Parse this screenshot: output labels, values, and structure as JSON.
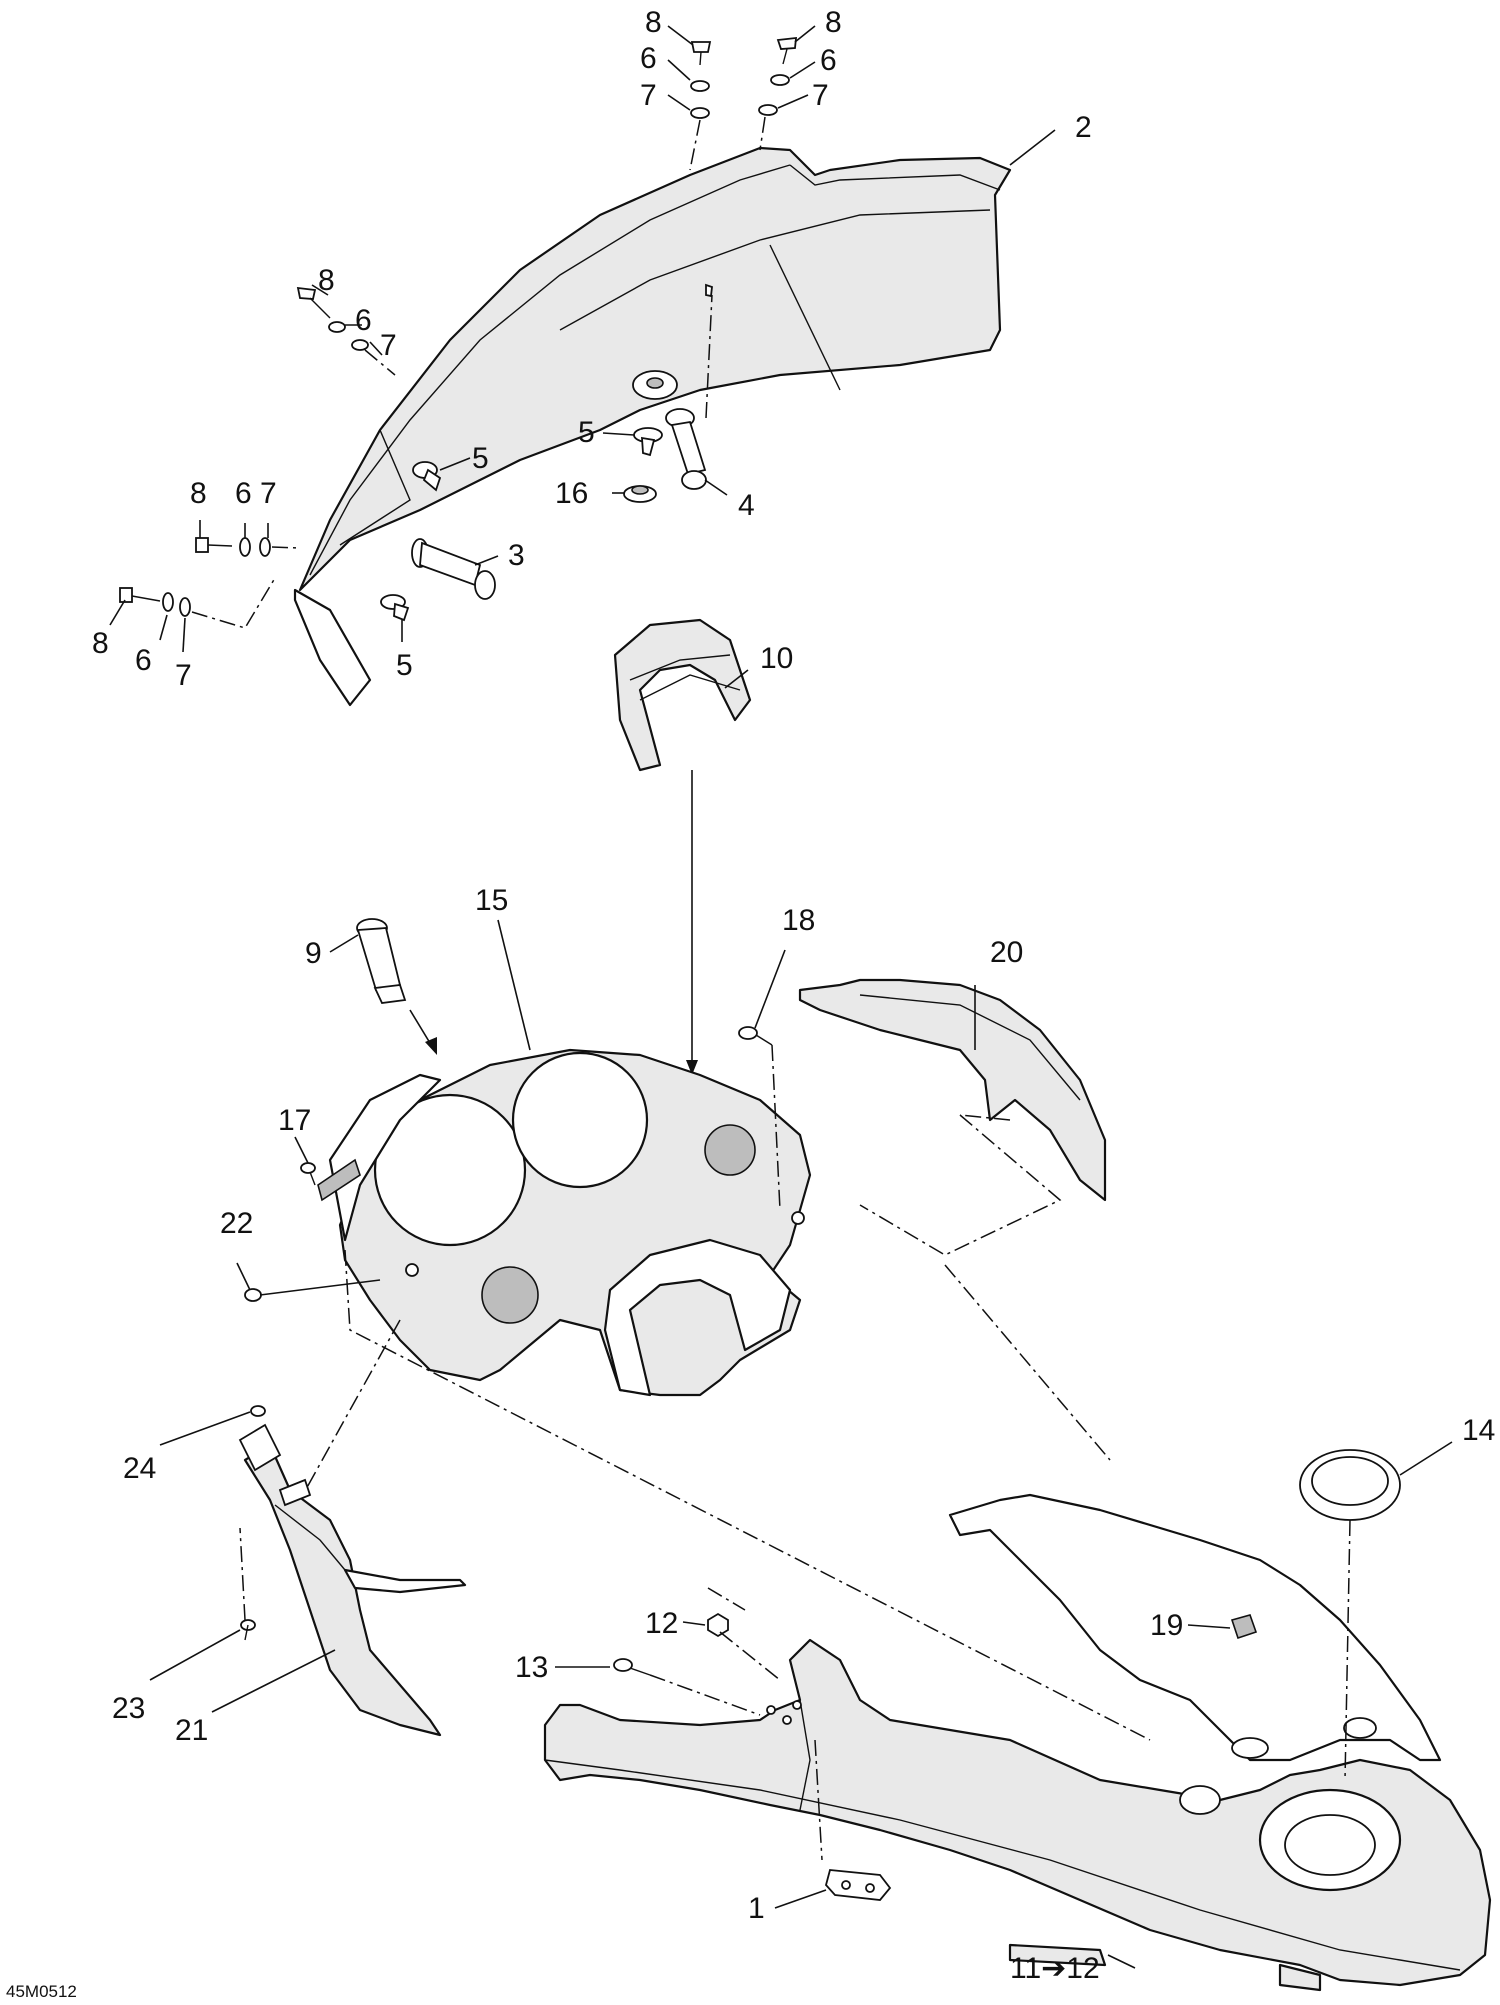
{
  "diagram": {
    "drawing_code": "45M0512",
    "part_callouts": [
      "1",
      "2",
      "3",
      "4",
      "5",
      "6",
      "7",
      "8",
      "9",
      "10",
      "11➔12",
      "12",
      "13",
      "14",
      "15",
      "16",
      "17",
      "18",
      "19",
      "20",
      "21",
      "22",
      "23",
      "24"
    ]
  },
  "labels": {
    "p1": "1",
    "p2": "2",
    "p3": "3",
    "p4": "4",
    "p5a": "5",
    "p5b": "5",
    "p5c": "5",
    "p6a": "6",
    "p6b": "6",
    "p6c": "6",
    "p6d": "6",
    "p6e": "6",
    "p7a": "7",
    "p7b": "7",
    "p7c": "7",
    "p7d": "7",
    "p7e": "7",
    "p8a": "8",
    "p8b": "8",
    "p8c": "8",
    "p8d": "8",
    "p8e": "8",
    "p9": "9",
    "p10": "10",
    "p11": "11➔12",
    "p12": "12",
    "p13": "13",
    "p14": "14",
    "p15": "15",
    "p16": "16",
    "p17": "17",
    "p18": "18",
    "p19": "19",
    "p20": "20",
    "p21": "21",
    "p22": "22",
    "p23": "23",
    "p24": "24"
  },
  "colors": {
    "line": "#111111",
    "background": "#ffffff",
    "shade": "#e9e9e9"
  }
}
